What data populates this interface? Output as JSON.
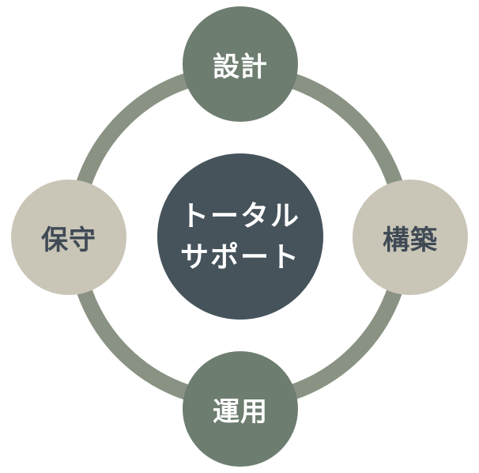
{
  "center": {
    "line1": "トータル",
    "line2": "サポート"
  },
  "nodes": {
    "top": "設計",
    "right": "構築",
    "bottom": "運用",
    "left": "保守"
  },
  "colors": {
    "ring": "#8a9283",
    "top_fill": "#6d7d70",
    "bottom_fill": "#6d7d70",
    "side_fill": "#c9c5b7",
    "center_fill": "#46535b",
    "side_text": "#3f4a55"
  }
}
